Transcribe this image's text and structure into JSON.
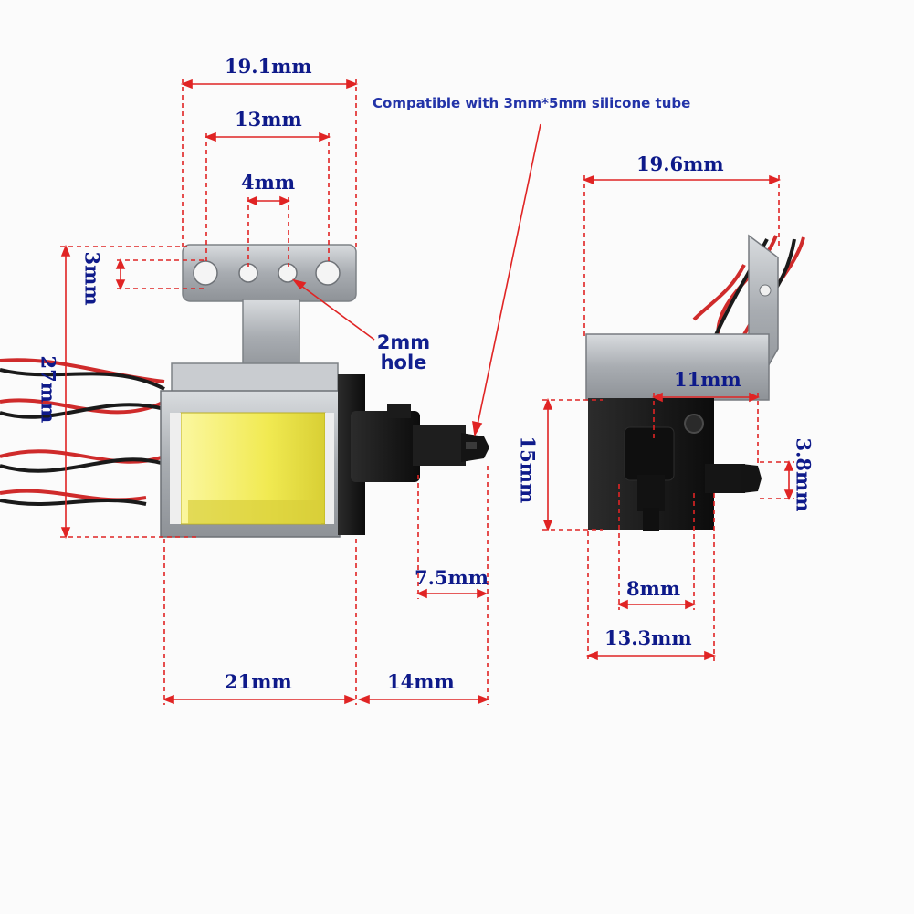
{
  "note": "Compatible with 3mm*5mm silicone tube",
  "hole_note": {
    "line1": "2mm",
    "line2": "hole"
  },
  "dimensions": {
    "bracket_width": "19.1mm",
    "hole_span": "13mm",
    "hole_pitch": "4mm",
    "hole_diameter": "3mm",
    "total_height": "27mm",
    "nozzle_length": "7.5mm",
    "body_length": "21mm",
    "outlet_length": "14mm",
    "side_width": "19.6mm",
    "outlet_offset": "11mm",
    "side_height": "15mm",
    "side_nozzle_dia": "3.8mm",
    "port_spacing": "8mm",
    "block_width": "13.3mm"
  },
  "colors": {
    "dimension_line": "#e02424",
    "label": "#0e1a8a",
    "coil": "#f2ec5a",
    "valve_block": "#151515",
    "bracket": "#b9bcc0"
  }
}
